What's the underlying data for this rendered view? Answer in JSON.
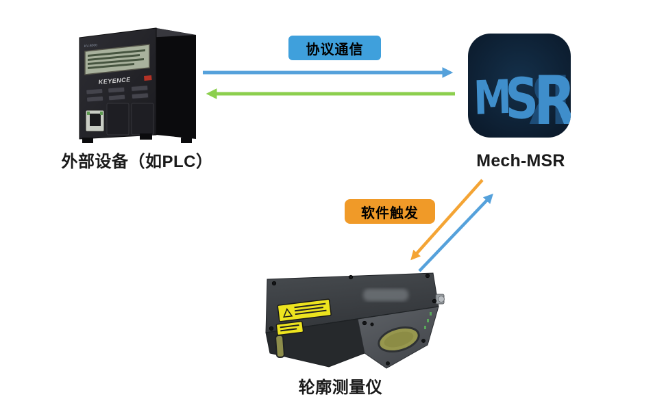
{
  "page": {
    "background": "#ffffff"
  },
  "diagram": {
    "plc": {
      "label": "外部设备（如PLC）",
      "brand": "KEYENCE",
      "model": "KV-8000"
    },
    "msr": {
      "label": "Mech-MSR",
      "icon_letters": [
        "M",
        "S",
        "R"
      ],
      "icon_mirror_letter": "R",
      "icon_bg_center": "#14304a",
      "icon_bg_edge": "#0a1727",
      "icon_letter_color": "#3f8ecb",
      "icon_mirror_color": "#1d4c77"
    },
    "profiler": {
      "label": "轮廓测量仪"
    },
    "badges": {
      "protocol": {
        "text": "协议通信",
        "bg": "#3fa0dc",
        "text_color": "#000000"
      },
      "trigger": {
        "text": "软件触发",
        "bg": "#f09a28",
        "text_color": "#000000"
      }
    },
    "arrows": {
      "plc_to_msr": {
        "color": "#55a1db",
        "direction": "right"
      },
      "msr_to_plc": {
        "color": "#8ccf4e",
        "direction": "left"
      },
      "msr_to_profiler": {
        "color": "#f4a434",
        "direction": "down-left"
      },
      "profiler_to_msr": {
        "color": "#55a1db",
        "direction": "up-right"
      }
    }
  }
}
